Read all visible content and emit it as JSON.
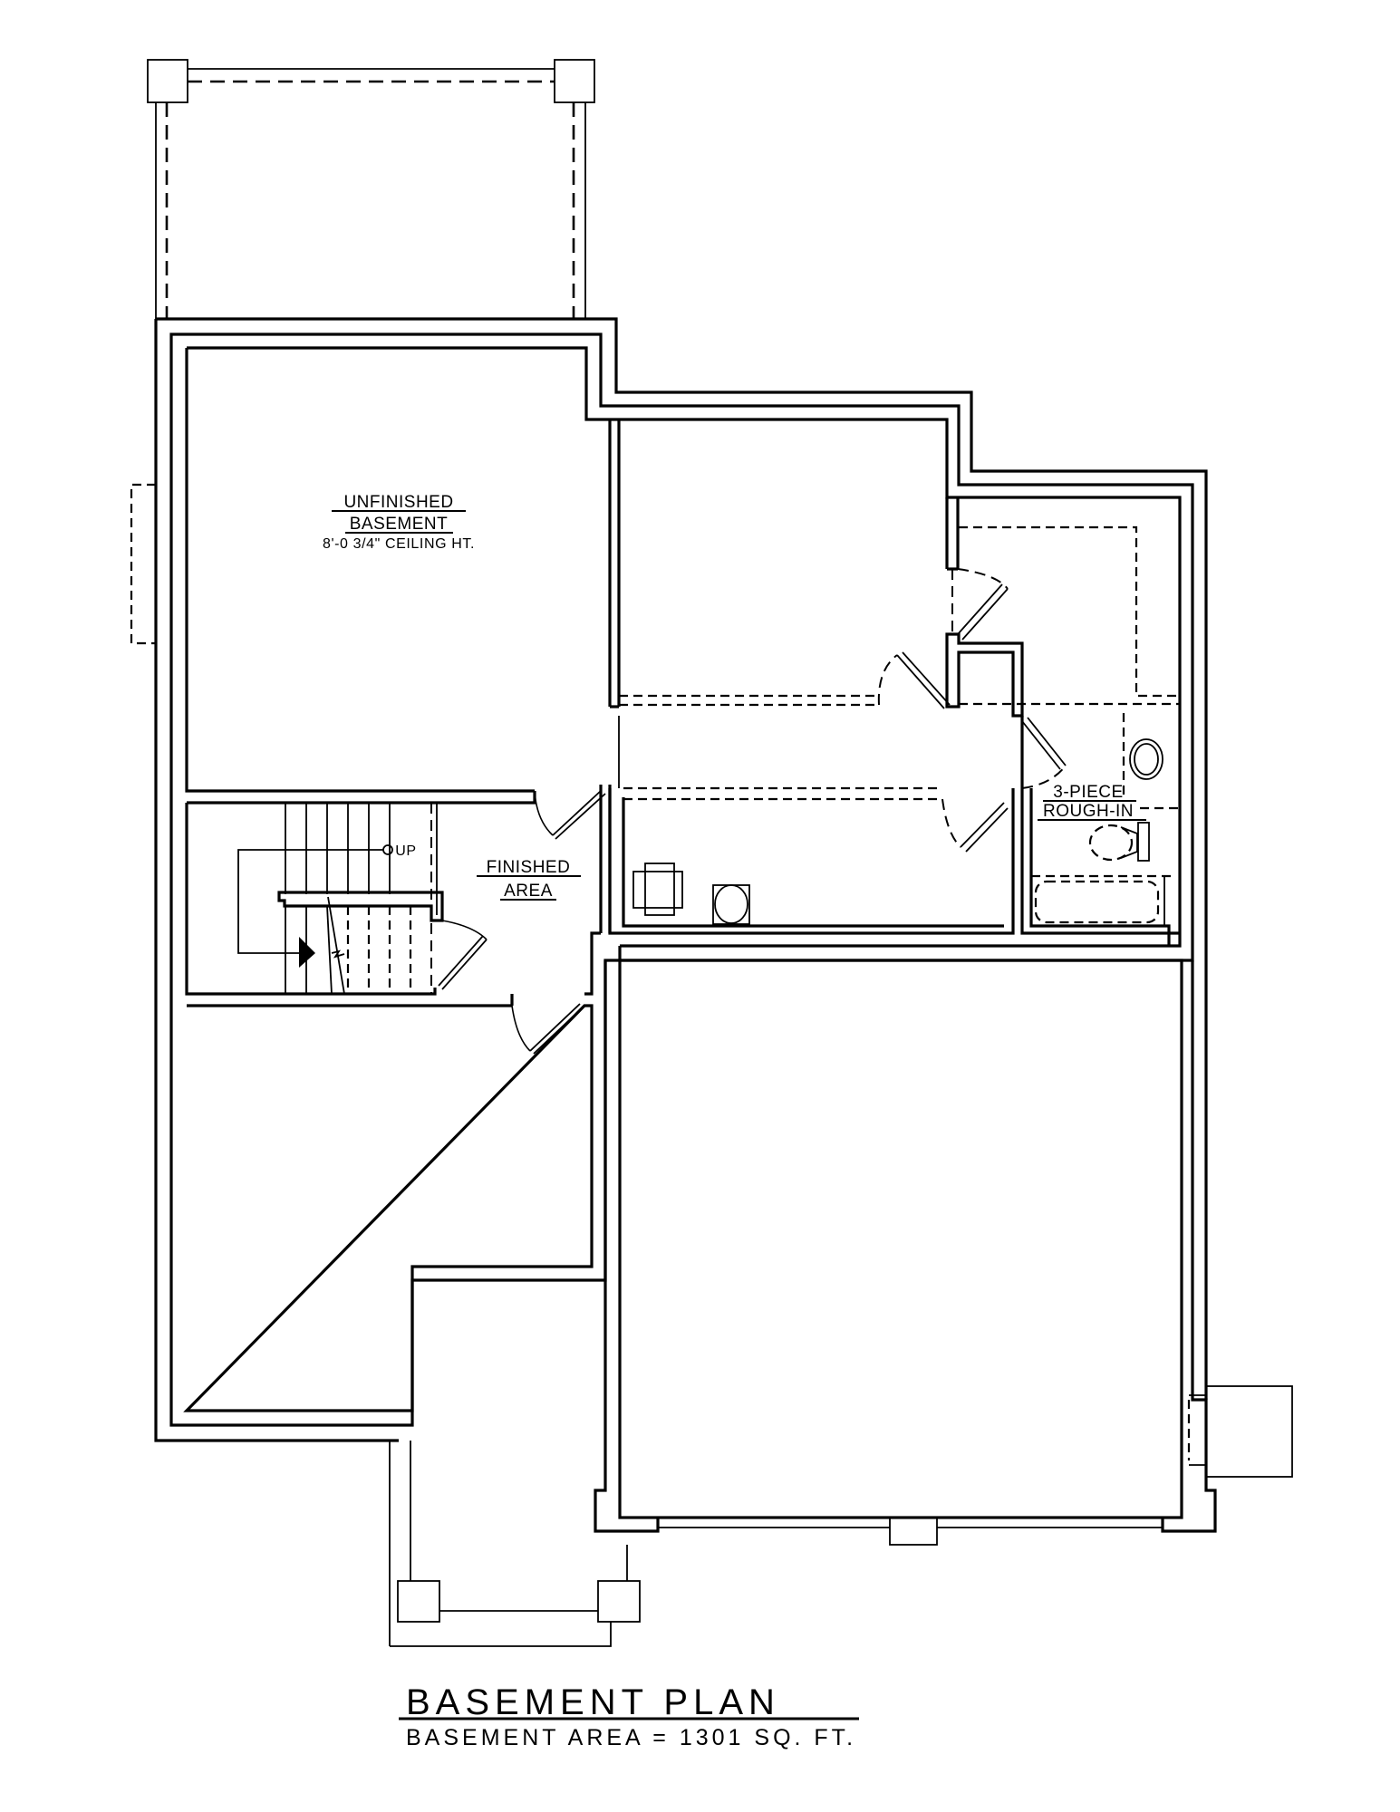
{
  "drawing": {
    "title": "BASEMENT PLAN",
    "subtitle": "BASEMENT AREA = 1301 SQ. FT.",
    "area_sq_ft": 1301
  },
  "rooms": {
    "unfinished_basement": {
      "line1": "UNFINISHED",
      "line2": "BASEMENT",
      "note": "8'-0 3/4\" CEILING HT."
    },
    "finished_area": {
      "line1": "FINISHED",
      "line2": "AREA"
    },
    "bathroom": {
      "line1": "3-PIECE",
      "line2": "ROUGH-IN"
    }
  },
  "stairs": {
    "direction_label": "UP"
  },
  "colors": {
    "line": "#000000",
    "background": "#ffffff"
  }
}
